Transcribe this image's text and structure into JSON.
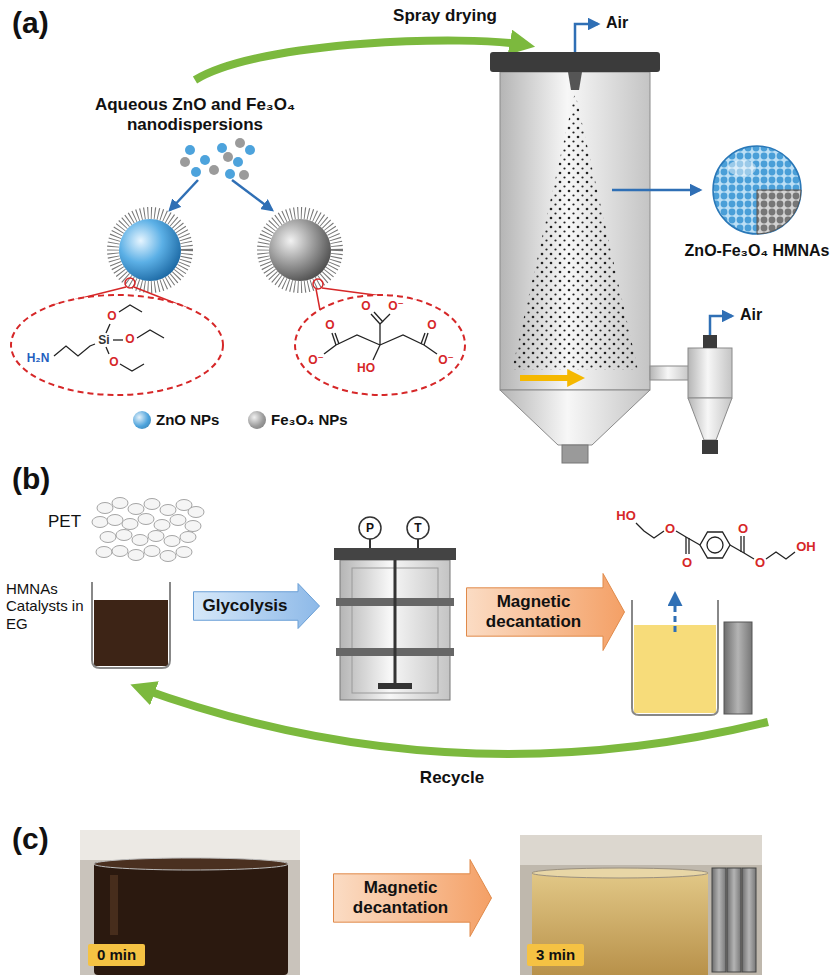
{
  "diagram": {
    "nodes": [
      {
        "text": [
          "Glycolysis"
        ]
      },
      {
        "text": [
          "Magnetic decantation"
        ]
      },
      {
        "text": [
          "0 min"
        ]
      },
      {
        "text": [
          "Magnetic decantation"
        ]
      },
      {
        "text": [
          "3 min"
        ]
      }
    ],
    "labels": [
      "(a)",
      "Spray drying",
      "Air",
      "Aqueous ZnO and Fe₃O₄ nanodispersions",
      "ZnO-Fe₃O₄ HMNAs",
      "Air",
      "H₂N",
      "Si",
      "O",
      "O",
      "O",
      "O",
      "O⁻",
      "O",
      "O⁻",
      "O",
      "O⁻",
      "HO",
      "(b)",
      "PET",
      "HMNAs Catalysts in EG",
      "P",
      "T",
      "HO",
      "O",
      "O",
      "O",
      "O",
      "OH",
      "Recycle",
      "(c)"
    ],
    "legend": [
      {
        "text": "ZnO NPs",
        "color": "#4da3dc"
      },
      {
        "text": "Fe₃O₄ NPs",
        "color": "#9b9b9b"
      }
    ]
  }
}
